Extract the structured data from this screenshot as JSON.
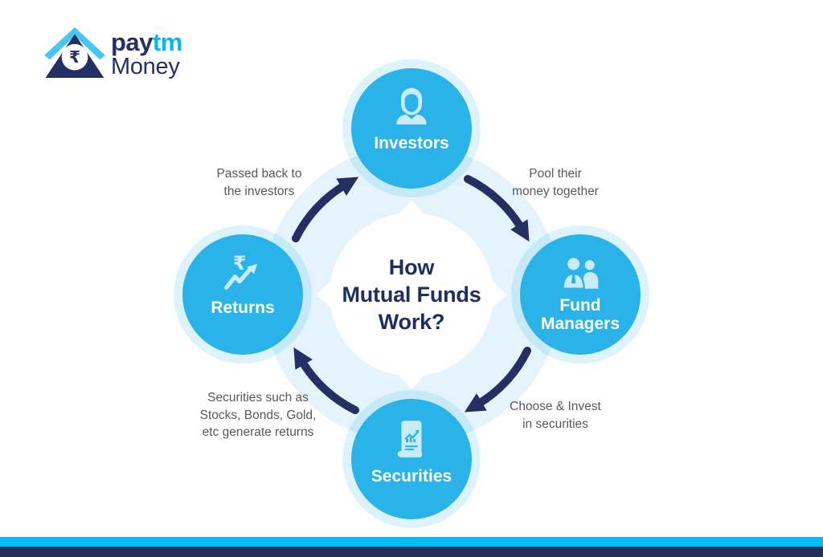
{
  "rupee_symbol": "₹",
  "logo": {
    "pay": "pay",
    "tm": "tm",
    "money": "Money"
  },
  "title": {
    "lines": [
      "How",
      "Mutual Funds",
      "Work?"
    ]
  },
  "nodes": {
    "investors": {
      "label": "Investors",
      "icon": "investor-woman-icon"
    },
    "fund_managers": {
      "lines": [
        "Fund",
        "Managers"
      ],
      "icon": "fund-managers-people-icon"
    },
    "securities": {
      "label": "Securities",
      "icon": "securities-document-chart-icon"
    },
    "returns": {
      "label": "Returns",
      "icon": "returns-rupee-growth-icon"
    }
  },
  "annotations": {
    "passed_back": {
      "lines": [
        "Passed back to",
        "the investors"
      ]
    },
    "pool": {
      "lines": [
        "Pool their",
        "money together"
      ]
    },
    "choose": {
      "lines": [
        "Choose & Invest",
        "in securities"
      ]
    },
    "generate": {
      "lines": [
        "Securities such as",
        "Stocks, Bonds, Gold,",
        "etc generate returns"
      ]
    }
  },
  "flow": [
    "Investors → Fund Managers",
    "Fund Managers → Securities",
    "Securities → Returns",
    "Returns → Investors"
  ],
  "colors": {
    "node_cyan": "#29B3E8",
    "node_halo": "#D9EFFA",
    "pale_background": "#E4F3FC",
    "arrow_navy": "#243063",
    "title_navy": "#1F2E62",
    "annotation_gray": "#58585B",
    "icon_light_blue": "#C9EBFA",
    "logo_navy": "#243063",
    "logo_cyan": "#00B9F1",
    "logo_triangle_cyan": "#45C6F4",
    "footer_cyan": "#00BCF2",
    "footer_navy": "#233159"
  }
}
